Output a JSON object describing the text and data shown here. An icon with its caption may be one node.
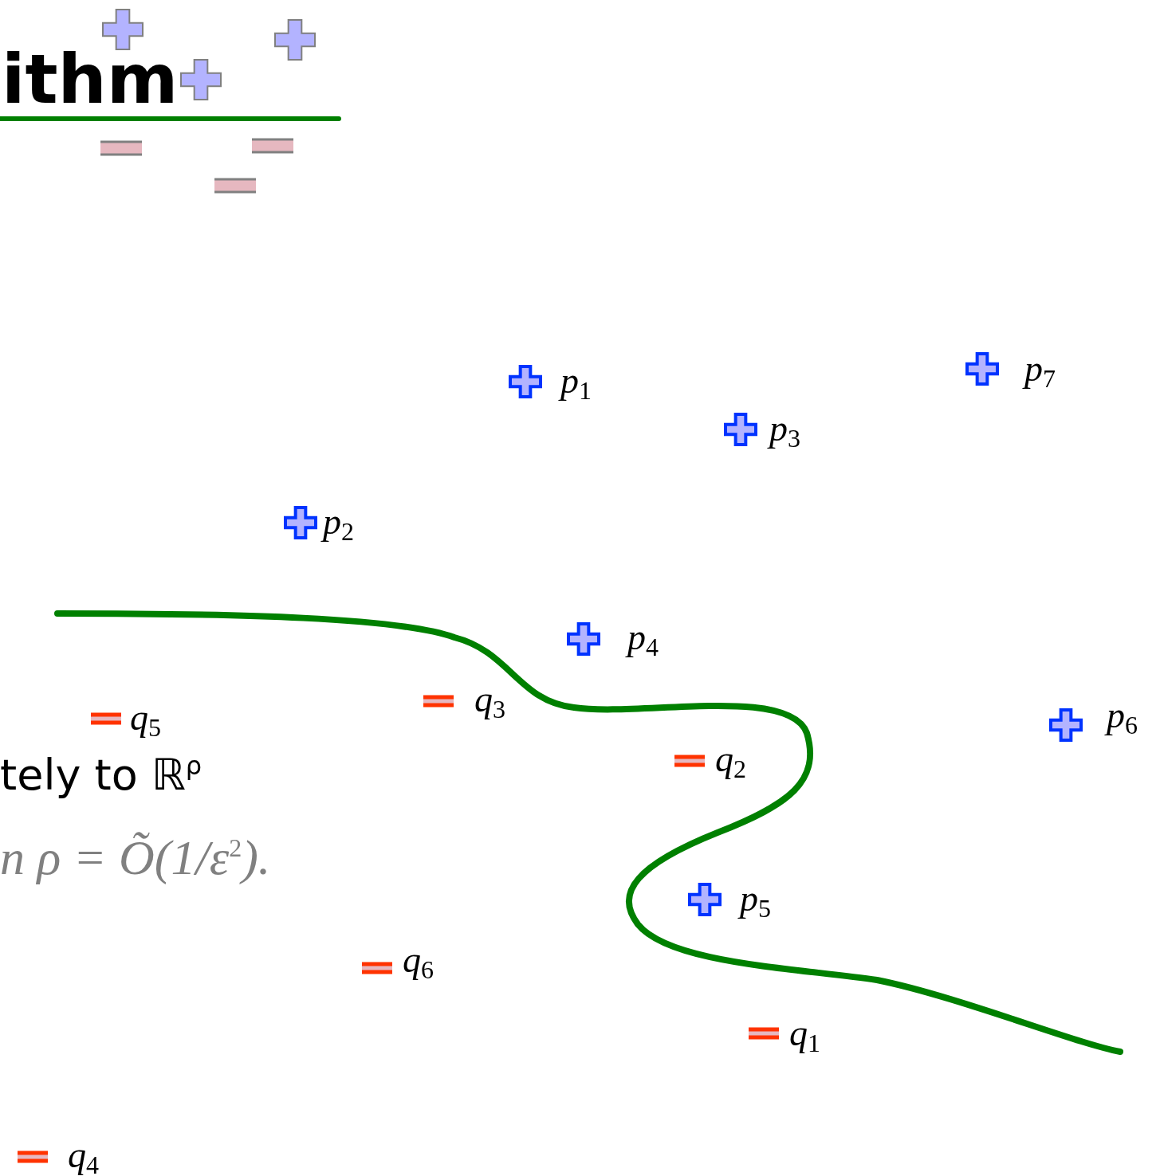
{
  "diagram": {
    "title": "ithm",
    "labels": [
      "p$_{7}$",
      "p$_{1}$",
      "p$_{3}$",
      "p$_{2}$",
      "p$_{4}$",
      "q$_{3}$",
      "q$_{5}$",
      "p$_{6}$",
      "q$_{2}$",
      "tely to ℝ$^{ρ}$",
      "n ρ = Õ(1/ε$^{2}$).",
      "p$_{5}$",
      "q$_{6}$",
      "q$_{1}$",
      "q$_{4}$"
    ]
  }
}
